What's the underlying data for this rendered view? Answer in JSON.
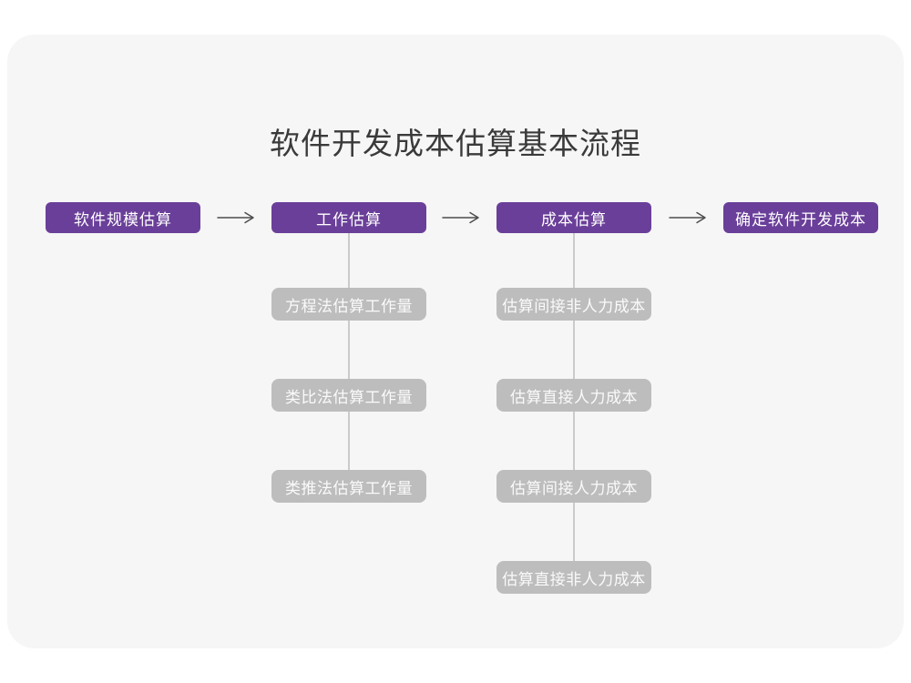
{
  "title": "软件开发成本估算基本流程",
  "colors": {
    "page_bg": "#FFFFFF",
    "card_bg": "#F6F6F6",
    "step_bg": "#6A3F99",
    "step_text": "#FFFFFF",
    "sub_bg": "#BDBDBD",
    "sub_text": "#FAFAFA",
    "connector": "#CBCBCB",
    "arrow": "#4D4D4D",
    "title_color": "#3A3A3A"
  },
  "flow": {
    "steps": [
      {
        "label": "软件规模估算",
        "children": []
      },
      {
        "label": "工作估算",
        "children": [
          "方程法估算工作量",
          "类比法估算工作量",
          "类推法估算工作量"
        ]
      },
      {
        "label": "成本估算",
        "children": [
          "估算间接非人力成本",
          "估算直接人力成本",
          "估算间接人力成本",
          "估算直接非人力成本"
        ]
      },
      {
        "label": "确定软件开发成本",
        "children": []
      }
    ]
  }
}
